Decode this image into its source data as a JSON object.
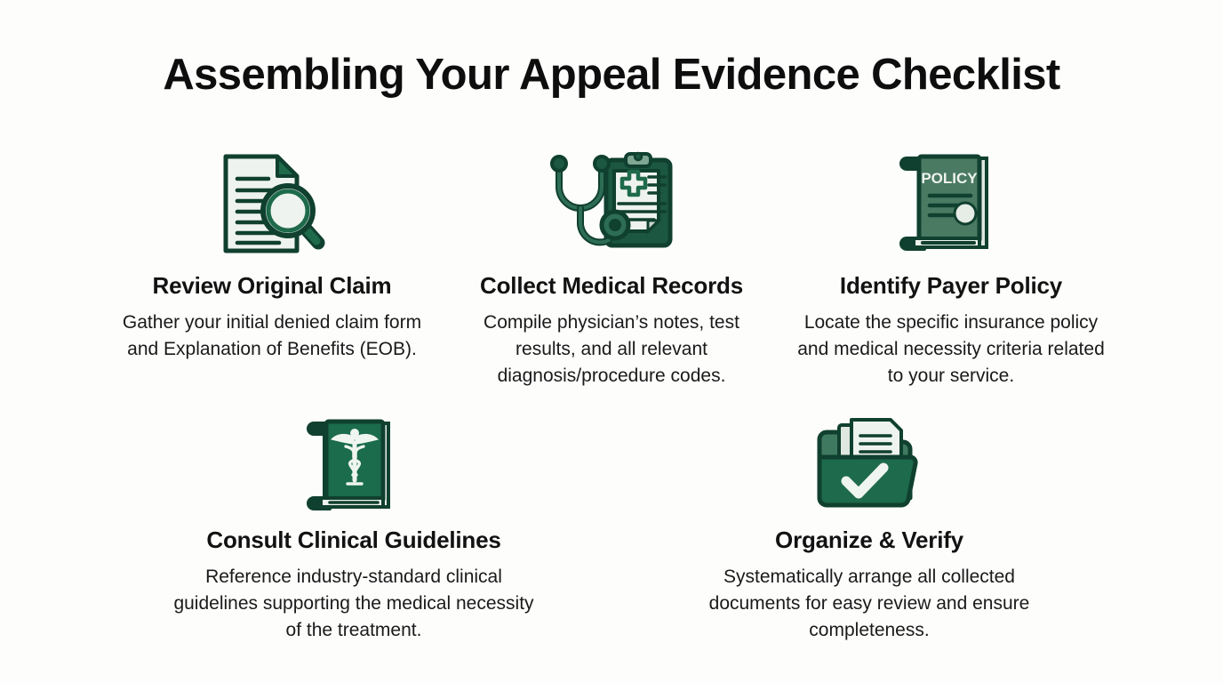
{
  "page": {
    "title": "Assembling Your Appeal Evidence Checklist",
    "background_color": "#fdfdfc",
    "heading_color": "#0e0e0e",
    "body_text_color": "#1a1a1a",
    "accent_dark_green": "#10402f",
    "accent_green": "#1e6a4b",
    "accent_mid_green": "#4a7a62",
    "accent_pale": "#eef3ee"
  },
  "steps_row_top": [
    {
      "icon": "document-magnifier-icon",
      "title": "Review Original Claim",
      "description": "Gather your initial denied claim form and Explanation of Benefits (EOB)."
    },
    {
      "icon": "stethoscope-clipboard-icon",
      "title": "Collect Medical Records",
      "description": "Compile physician’s notes, test results, and all relevant diagnosis/procedure codes."
    },
    {
      "icon": "policy-book-icon",
      "title": "Identify Payer Policy",
      "description": "Locate the specific insurance policy and medical necessity criteria related to your service.",
      "icon_label": "POLICY"
    }
  ],
  "steps_row_bottom": [
    {
      "icon": "caduceus-book-icon",
      "title": "Consult Clinical Guidelines",
      "description": "Reference industry-standard clinical guidelines supporting the medical necessity of the treatment."
    },
    {
      "icon": "folder-check-icon",
      "title": "Organize & Verify",
      "description": "Systematically arrange all collected documents for easy review and ensure completeness."
    }
  ]
}
